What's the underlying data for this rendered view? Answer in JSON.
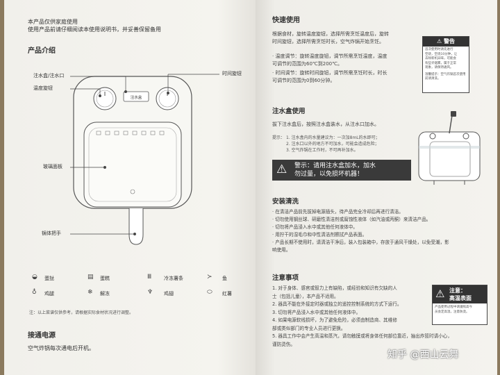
{
  "left": {
    "intro_lines": [
      "本产品仅供家庭使用",
      "使用产品前请仔细阅读本使用说明书，并妥善保留备用"
    ],
    "product_intro_title": "产品介绍",
    "labels": {
      "water_box": "注水盒/注水口",
      "temp_knob": "温度旋钮",
      "timer_knob": "时间旋钮",
      "glass_panel": "玻璃面板",
      "handle": "锅体把手"
    },
    "device_badge": "注水盒",
    "foods": [
      {
        "name": "蛋挞",
        "icon": "tart-icon"
      },
      {
        "name": "蛋糕",
        "icon": "cake-icon"
      },
      {
        "name": "冷冻薯条",
        "icon": "fries-icon"
      },
      {
        "name": "鱼",
        "icon": "fish-icon"
      },
      {
        "name": "鸡腿",
        "icon": "drumstick-icon"
      },
      {
        "name": "解冻",
        "icon": "thaw-icon"
      },
      {
        "name": "鸡翅",
        "icon": "wing-icon"
      },
      {
        "name": "红薯",
        "icon": "sweet-potato-icon"
      }
    ],
    "food_note": "注：以上菜谱仅供参考，请根据实际食材状况进行调整。",
    "power_title": "接通电源",
    "power_text": "空气炸锅每次通电后开机。"
  },
  "right": {
    "quick_title": "快速使用",
    "quick_lines": [
      "根据食材，旋转温度旋钮，选择所需烹饪温度后，旋转",
      "时间旋钮，选择所需烹饪时长，空气炸锅开始烹饪。"
    ],
    "temp_lines": [
      "· 温度调节：旋转温度旋钮，调节所需烹饪温度，温度",
      "  可调节的范围为60℃到200℃。"
    ],
    "time_lines": [
      "· 时间调节：旋转时间旋钮，调节所需烹饪时长，时长",
      "  可调节的范围为0到60分钟。"
    ],
    "warning_title": "警告",
    "warning_lines": [
      "首次使用时请先进行",
      "空烧，空烧10分钟，让",
      "去除新机异味，可能会",
      "有些许烟雾，属于正常",
      "现象，请保持通风。"
    ],
    "warning_note": "温馨提示：空气炸锅首次使用前请清洗。",
    "water_title": "注水盒使用",
    "water_text": "拔下注水盒后，按照注水盒装水，从注水口加水。",
    "tips_label": "提示：",
    "tips": [
      "1. 注水盒内的水量建议为：一次加8mL的水即可；",
      "2. 注水口以外的地方不可加水，可能会造成危险；",
      "3. 空气炸锅在工作时，不可再补加水。"
    ],
    "water_alert_lines": [
      "警示：请用注水盒加水，加水",
      "勿过量，以免损坏机器！"
    ],
    "clean_title": "安装清洗",
    "clean_items": [
      "· 在清洁产品前先拔掉电源插头，待产品完全冷却后再进行清洁。",
      "· 切勿使用钢丝球、研磨性清洁剂或腐蚀性液体（如汽油或丙酮）来清洁产品。",
      "· 切勿将产品浸入水中或其他任何液体中。",
      "· 用拧干的湿毛巾和中性清洁剂擦拭产品表面。",
      "· 产品长期不使用时，请清洁干净后，装入包装箱中，存放于通风干燥处，以免受潮，影",
      "  响使用。"
    ],
    "notice_title": "注意事项",
    "notice_items": [
      "1. 对于身体、感官或智力上有缺陷，或经验和知识有欠缺的人",
      "   士（包括儿童），本产品不适用。",
      "2. 器具不能在外接定时器或独立的遥控控制系统的方式下运行。",
      "3. 切勿将产品浸入水中或其他任何液体中。",
      "4. 如果电源软线损坏，为了避免危险，必须由制造商、其维修",
      "   部或类似部门的专业人员进行更换。",
      "5. 器具工作中会产生高温和蒸汽，请勿触摸或将身体任何部位靠近，抽出炸篮时请小心，",
      "   谨防烫伤。"
    ],
    "hot_lines": [
      "注意：",
      "高温表面"
    ],
    "hot_note": [
      "产品使用过程中请遵照高今",
      "员会定高温，注意防烫。"
    ],
    "watermark": "知乎 @西山云舞"
  }
}
